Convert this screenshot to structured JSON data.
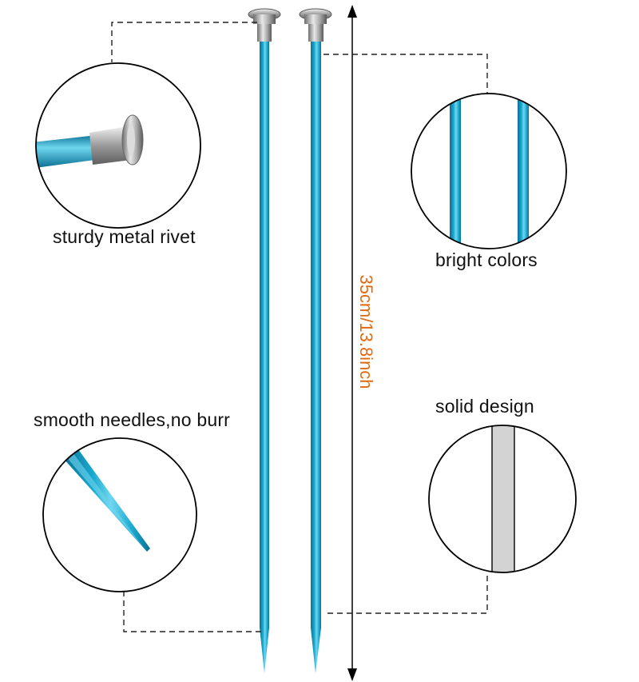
{
  "product": {
    "colors": {
      "needle_main": "#1aa9d0",
      "needle_dark": "#0a6f93",
      "needle_light": "#6fd6ef",
      "rivet_metal": "#b8b8b8",
      "measure_text": "#e06a10",
      "solid_core": "#d3d3d3"
    }
  },
  "features": {
    "rivet": {
      "label": "sturdy metal rivet"
    },
    "bright": {
      "label": "bright colors"
    },
    "smooth": {
      "label": "smooth needles,no burr"
    },
    "solid": {
      "label": "solid design"
    }
  },
  "measurement": {
    "text": "35cm/13.8inch"
  },
  "icons": {
    "measure_arrow": "double-headed-vertical-arrow",
    "leader_lines": "dashed-callout-lines"
  }
}
